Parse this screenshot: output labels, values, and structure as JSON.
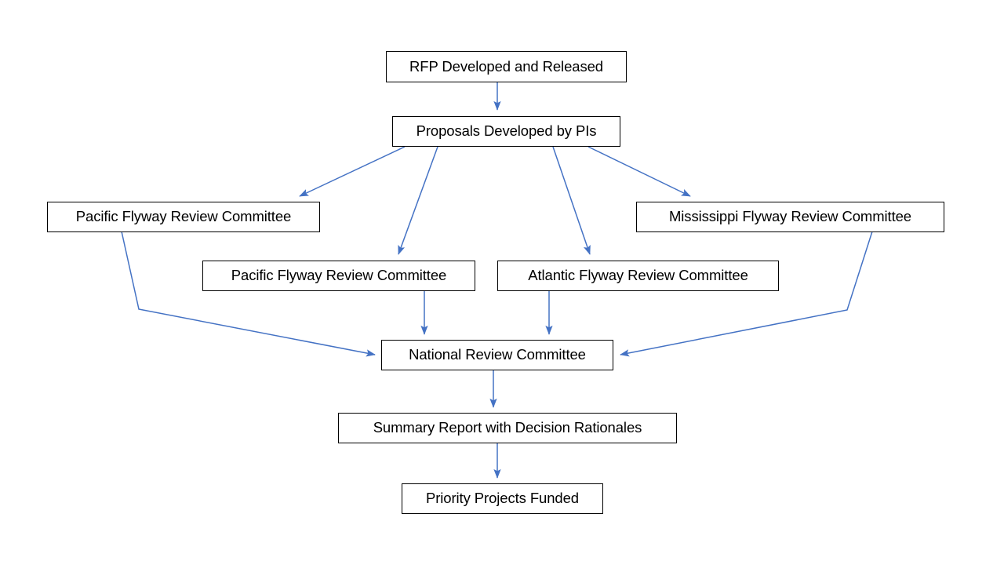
{
  "diagram": {
    "type": "flowchart",
    "orientation": "top-down",
    "background_color": "#ffffff",
    "node_border_color": "#000000",
    "node_fill_color": "#ffffff",
    "connector_color": "#4472c4",
    "text_color": "#000000",
    "nodes": [
      {
        "id": "rfp",
        "label": "RFP Developed and Released"
      },
      {
        "id": "proposals",
        "label": "Proposals Developed by PIs"
      },
      {
        "id": "pacific_left",
        "label": "Pacific Flyway Review Committee"
      },
      {
        "id": "mississippi",
        "label": "Mississippi Flyway Review Committee"
      },
      {
        "id": "pacific_mid",
        "label": "Pacific Flyway Review Committee"
      },
      {
        "id": "atlantic",
        "label": "Atlantic Flyway Review Committee"
      },
      {
        "id": "national",
        "label": "National Review Committee"
      },
      {
        "id": "summary",
        "label": "Summary Report with Decision Rationales"
      },
      {
        "id": "funded",
        "label": "Priority Projects Funded"
      }
    ],
    "edges": [
      {
        "from": "rfp",
        "to": "proposals"
      },
      {
        "from": "proposals",
        "to": "pacific_left"
      },
      {
        "from": "proposals",
        "to": "pacific_mid"
      },
      {
        "from": "proposals",
        "to": "atlantic"
      },
      {
        "from": "proposals",
        "to": "mississippi"
      },
      {
        "from": "pacific_left",
        "to": "national"
      },
      {
        "from": "pacific_mid",
        "to": "national"
      },
      {
        "from": "atlantic",
        "to": "national"
      },
      {
        "from": "mississippi",
        "to": "national"
      },
      {
        "from": "national",
        "to": "summary"
      },
      {
        "from": "summary",
        "to": "funded"
      }
    ]
  }
}
